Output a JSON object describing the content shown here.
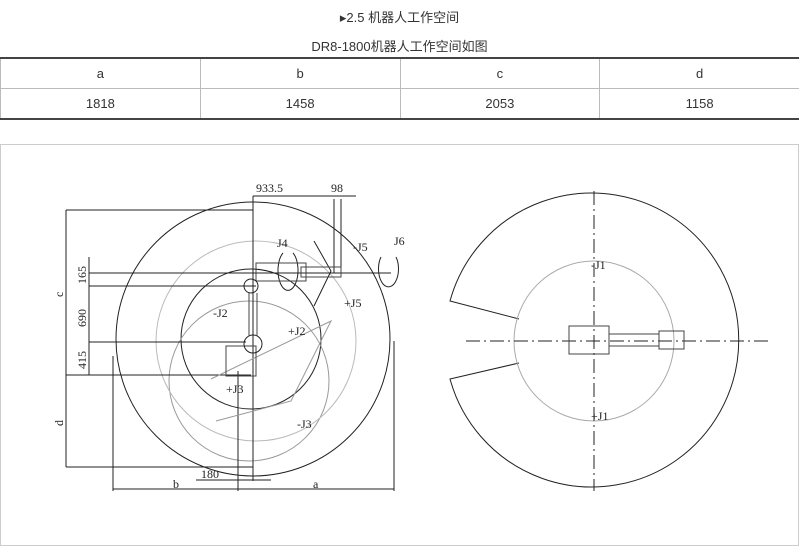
{
  "section_title": "▸2.5  机器人工作空间",
  "caption": "DR8-1800机器人工作空间如图",
  "table": {
    "headers": [
      "a",
      "b",
      "c",
      "d"
    ],
    "values": [
      "1818",
      "1458",
      "2053",
      "1158"
    ]
  },
  "figure": {
    "dims": [
      "933.5",
      "98",
      "165",
      "690",
      "415",
      "180",
      "c",
      "d",
      "b",
      "a"
    ],
    "joints": [
      "J4",
      "J6",
      "-J5",
      "+J5",
      "-J2",
      "+J2",
      "+J3",
      "-J3",
      "-J1",
      "+J1"
    ]
  }
}
